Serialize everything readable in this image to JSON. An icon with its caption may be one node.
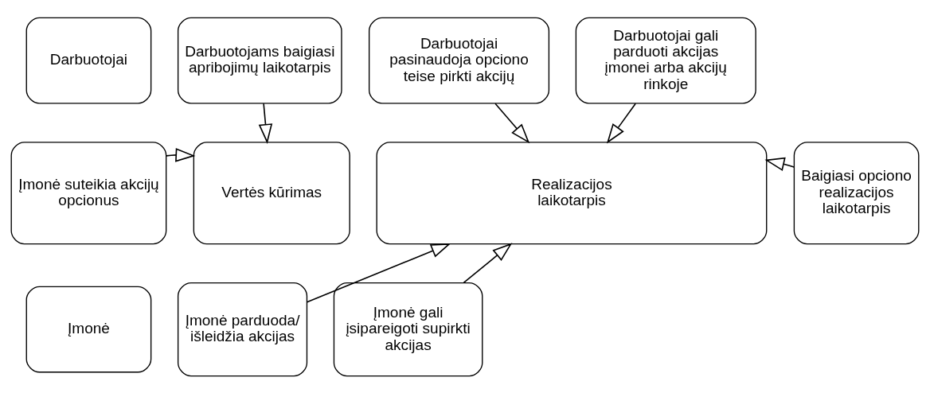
{
  "diagram": {
    "nodes": [
      {
        "text": [
          "Darbuotojai"
        ]
      },
      {
        "text": [
          "Darbuotojams baigiasi apribojimų laikotarpis"
        ]
      },
      {
        "text": [
          "Darbuotojai pasinaudoja opciono teise pirkti akcijų"
        ]
      },
      {
        "text": [
          "Darbuotojai gali parduoti akcijas įmonei arba akcijų rinkoje"
        ]
      },
      {
        "text": [
          "Įmonė suteikia akcijų opcionus"
        ]
      },
      {
        "text": [
          "Vertės kūrimas"
        ]
      },
      {
        "text": [
          "Realizacijos laikotarpis"
        ]
      },
      {
        "text": [
          "Baigiasi opciono realizacijos laikotarpis"
        ]
      },
      {
        "text": [
          "Įmonė"
        ]
      },
      {
        "text": [
          "Įmonė parduoda/ išleidžia akcijas"
        ]
      },
      {
        "text": [
          "Įmonė gali įsipareigoti supirkti akcijas"
        ]
      }
    ],
    "edges": [
      {
        "from": 1,
        "to": 5,
        "arrow": "to"
      },
      {
        "from": 2,
        "to": 6,
        "arrow": "to"
      },
      {
        "from": 3,
        "to": 6,
        "arrow": "to"
      },
      {
        "from": 4,
        "to": 5,
        "arrow": "to"
      },
      {
        "from": 7,
        "to": 6,
        "arrow": "to"
      },
      {
        "from": 9,
        "to": 6,
        "arrow": "to"
      },
      {
        "from": 10,
        "to": 6,
        "arrow": "to"
      }
    ]
  }
}
